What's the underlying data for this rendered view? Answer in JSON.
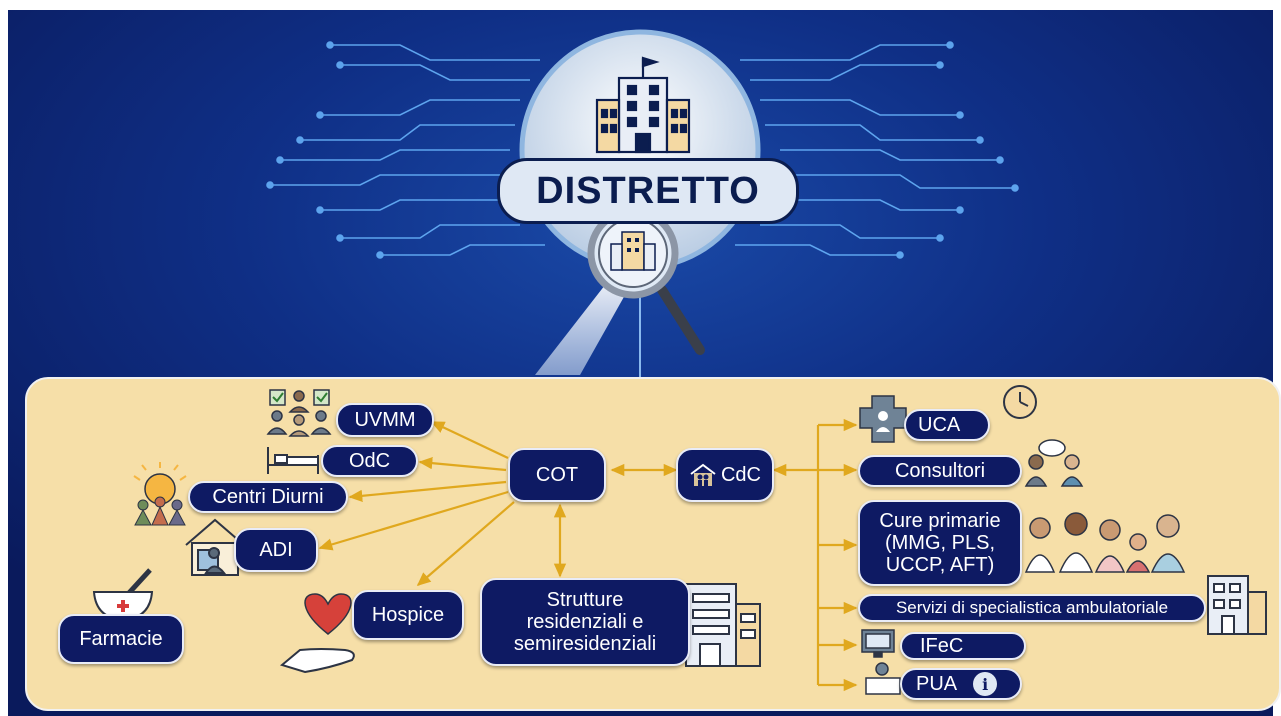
{
  "title": "DISTRETTO",
  "colors": {
    "background_top": "#0a1a5c",
    "panel": "#f6dfa8",
    "node": "#0e1a63",
    "arrow": "#e0a81e",
    "circuit": "#6bb8ff"
  },
  "left_nodes": {
    "uvmm": "UVMM",
    "odc": "OdC",
    "centri_diurni": "Centri Diurni",
    "adi": "ADI",
    "hospice": "Hospice",
    "farmacie": "Farmacie"
  },
  "center_nodes": {
    "cot": "COT",
    "cdc": "CdC",
    "strutture_line1": "Strutture",
    "strutture_line2": "residenziali e",
    "strutture_line3": "semiresidenziali"
  },
  "right_nodes": {
    "uca": "UCA",
    "consultori": "Consultori",
    "cure_line1": "Cure primarie",
    "cure_line2": "(MMG, PLS,",
    "cure_line3": "UCCP, AFT)",
    "servizi": "Servizi di specialistica ambulatoriale",
    "ifec": "IFeC",
    "pua": "PUA"
  },
  "icons": [
    "hospital-icon",
    "magnifier-icon",
    "team-vote-icon",
    "hospital-bed-icon",
    "sun-people-icon",
    "home-care-icon",
    "mortar-pestle-icon",
    "heart-hand-icon",
    "building-icon",
    "medical-cross-icon",
    "clock-icon",
    "conversation-icon",
    "doctors-group-icon",
    "monitor-icon",
    "info-icon"
  ]
}
